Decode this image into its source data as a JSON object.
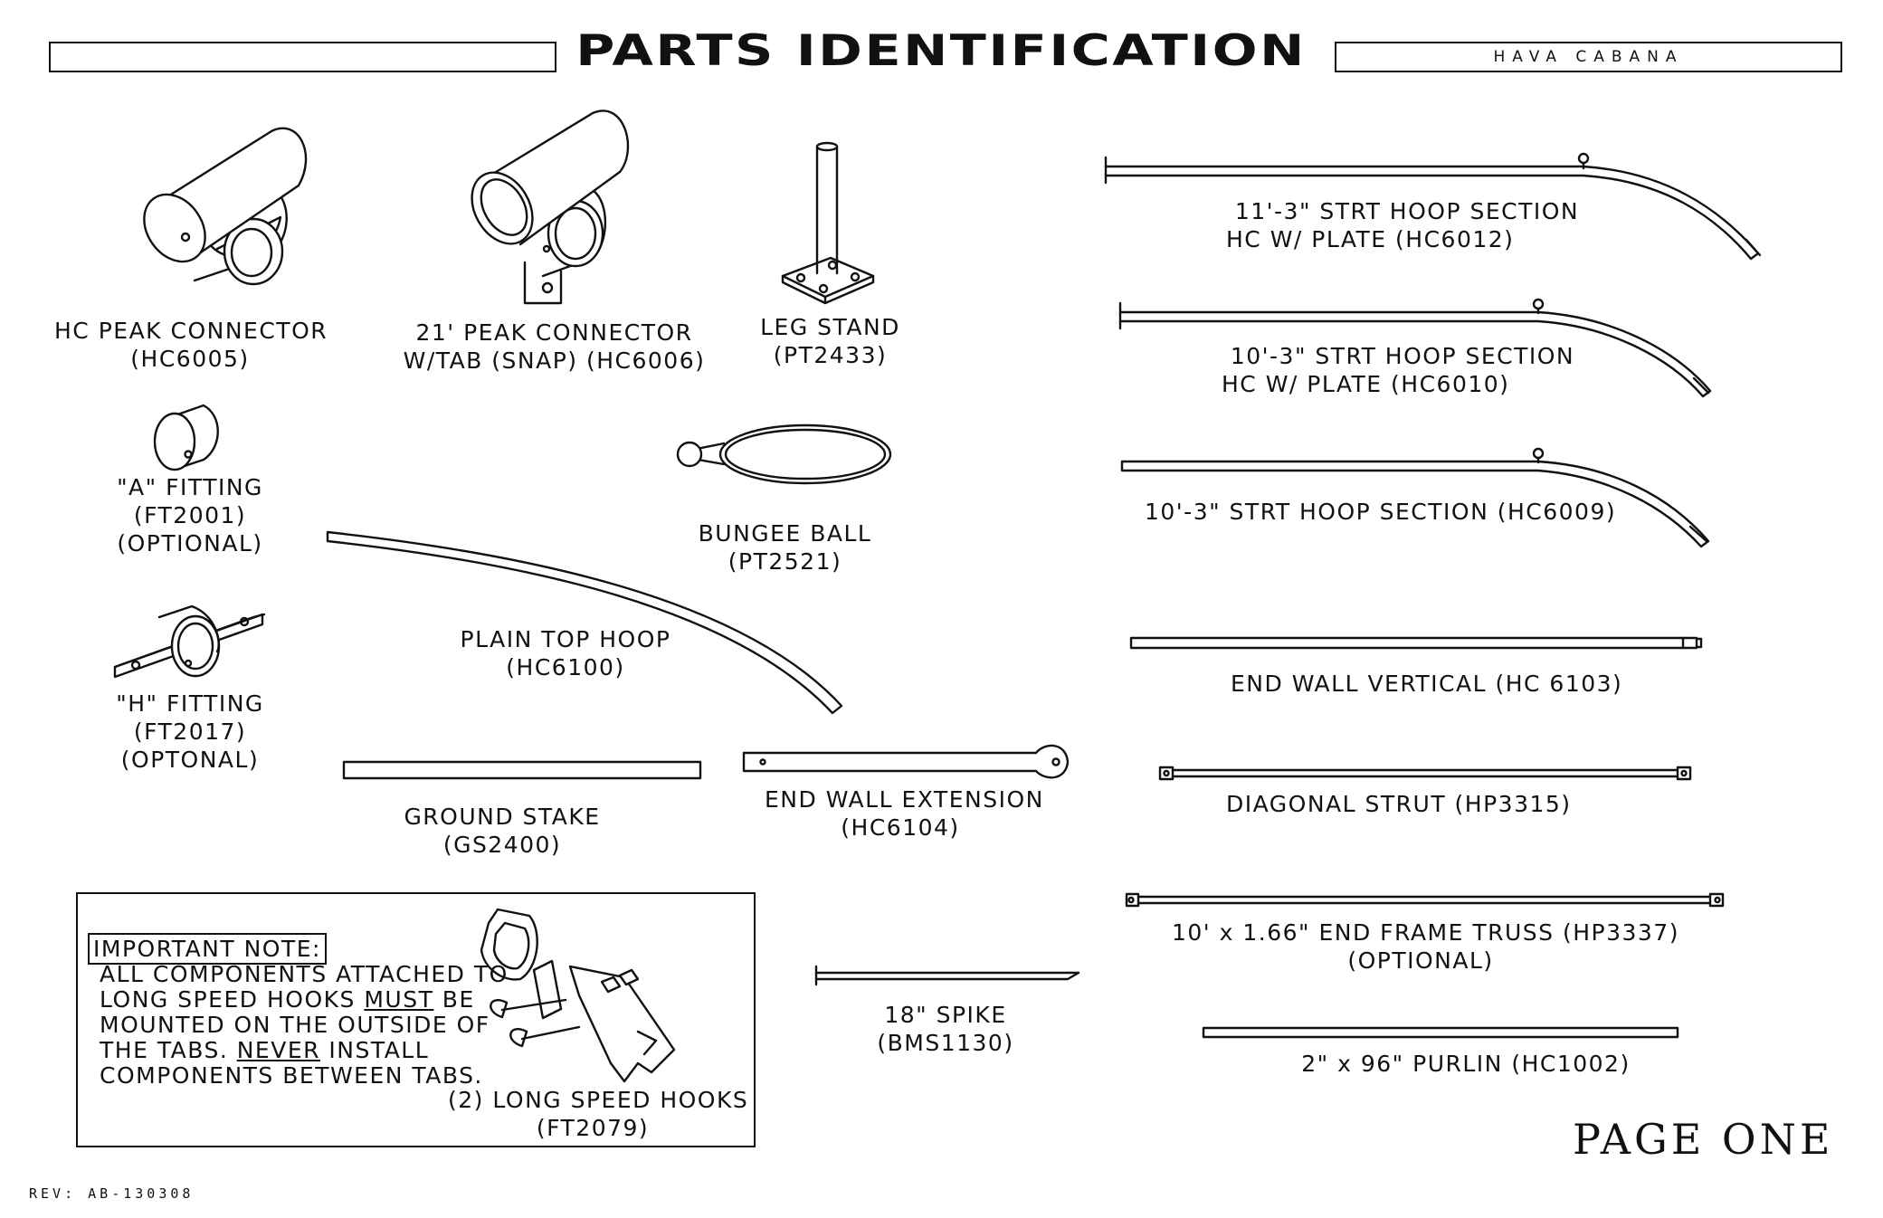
{
  "header": {
    "title": "PARTS IDENTIFICATION",
    "right_box": "HAVA CABANA"
  },
  "parts": {
    "hc_peak_connector": [
      "HC PEAK CONNECTOR",
      "(HC6005)"
    ],
    "peak_connector_21": [
      "21' PEAK CONNECTOR",
      "W/TAB (SNAP) (HC6006)"
    ],
    "leg_stand": [
      "LEG STAND",
      "(PT2433)"
    ],
    "a_fitting": [
      "\"A\" FITTING",
      "(FT2001)",
      "(OPTIONAL)"
    ],
    "bungee_ball": [
      "BUNGEE BALL",
      "(PT2521)"
    ],
    "plain_top_hoop": [
      "PLAIN TOP HOOP",
      "(HC6100)"
    ],
    "h_fitting": [
      "\"H\" FITTING",
      "(FT2017)",
      "(OPTONAL)"
    ],
    "ground_stake": [
      "GROUND STAKE",
      "(GS2400)"
    ],
    "end_wall_extension": [
      "END WALL EXTENSION",
      "(HC6104)"
    ],
    "hoop_11_3_plate": [
      "11'-3\" STRT HOOP SECTION",
      "HC W/ PLATE (HC6012)"
    ],
    "hoop_10_3_plate": [
      "10'-3\" STRT HOOP SECTION",
      "HC W/ PLATE (HC6010)"
    ],
    "hoop_10_3": [
      "10'-3\" STRT HOOP SECTION (HC6009)"
    ],
    "end_wall_vertical": [
      "END WALL VERTICAL (HC 6103)"
    ],
    "diagonal_strut": [
      "DIAGONAL STRUT (HP3315)"
    ],
    "end_frame_truss": [
      "10' x 1.66\" END FRAME TRUSS (HP3337)",
      "(OPTIONAL)"
    ],
    "purlin": [
      "2\" x 96\" PURLIN (HC1002)"
    ],
    "spike": [
      "18\" SPIKE",
      "(BMS1130)"
    ],
    "long_speed_hooks": [
      "(2) LONG SPEED HOOKS",
      "(FT2079)"
    ]
  },
  "note": {
    "heading": "IMPORTANT NOTE:",
    "line1": "ALL COMPONENTS ATTACHED TO",
    "line2_a": "LONG SPEED HOOKS ",
    "line2_u": "MUST",
    "line2_b": " BE",
    "line3": "MOUNTED ON THE OUTSIDE OF",
    "line4_a": "THE TABS. ",
    "line4_u": "NEVER",
    "line4_b": " INSTALL",
    "line5": "COMPONENTS BETWEEN TABS."
  },
  "footer": {
    "page": "PAGE ONE",
    "revision": "REV: AB-130308"
  }
}
